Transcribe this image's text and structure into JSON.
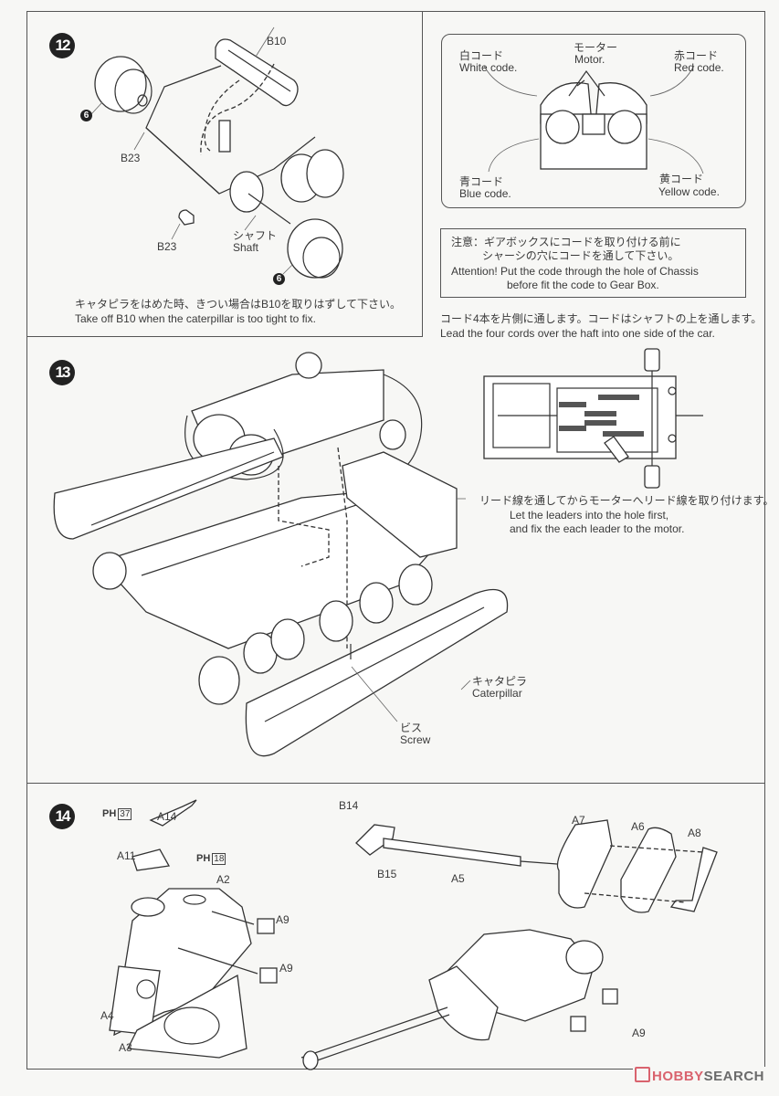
{
  "step12": {
    "number": "12",
    "labels": {
      "b10": "B10",
      "b23_top": "B23",
      "b23_bottom": "B23",
      "shaft_jp": "シャフト",
      "shaft_en": "Shaft",
      "wheel_top": "6",
      "wheel_bottom": "6"
    },
    "note_jp": "キャタピラをはめた時、きつい場合はB10を取りはずして下さい。",
    "note_en": "Take off B10 when the caterpillar is too tight to fix."
  },
  "motor_box": {
    "motor_jp": "モーター",
    "motor_en": "Motor.",
    "white_jp": "白コード",
    "white_en": "White code.",
    "red_jp": "赤コード",
    "red_en": "Red code.",
    "blue_jp": "青コード",
    "blue_en": "Blue code.",
    "yellow_jp": "黄コード",
    "yellow_en": "Yellow code."
  },
  "attention": {
    "jp_line1": "注意：ギアボックスにコードを取り付ける前に",
    "jp_line2": "シャーシの穴にコードを通して下さい。",
    "en_line1": "Attention! Put the code through the hole of Chassis",
    "en_line2": "before fit the code to Gear Box."
  },
  "cords_note": {
    "jp": "コード4本を片側に通します。コードはシャフトの上を通します。",
    "en": "Lead the four cords over the haft into one side of the car."
  },
  "step13": {
    "number": "13",
    "leaders_jp": "リード線を通してからモーターへリード線を取り付けます。",
    "leaders_en1": "Let the leaders into the hole first,",
    "leaders_en2": "and fix the each leader to the motor.",
    "caterpillar_jp": "キャタピラ",
    "caterpillar_en": "Caterpillar",
    "screw_jp": "ビス",
    "screw_en": "Screw"
  },
  "step14": {
    "number": "14",
    "labels": {
      "ph37_prefix": "PH",
      "ph37_num": "37",
      "ph18_prefix": "PH",
      "ph18_num": "18",
      "a14": "A14",
      "a11": "A11",
      "a2": "A2",
      "a9_1": "A9",
      "a9_2": "A9",
      "a4": "A4",
      "a3": "A3",
      "b14": "B14",
      "b15": "B15",
      "a5": "A5",
      "a7": "A7",
      "a6": "A6",
      "a8": "A8",
      "a9_3": "A9"
    }
  },
  "watermark": {
    "part1": "HOBBY",
    "part2": "SEARCH",
    "accent": "#d9636e",
    "gray": "#6b6b6b"
  }
}
